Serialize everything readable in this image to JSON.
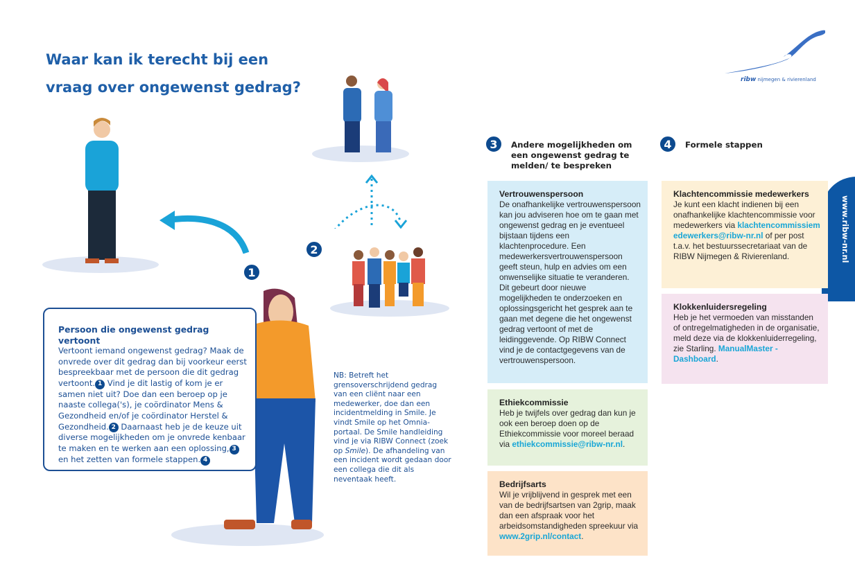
{
  "title": "Waar kan ik terecht bij een vraag over ongewenst gedrag?",
  "logo": {
    "brand": "ribw",
    "subtitle": "nijmegen & rivierenland"
  },
  "side_tab": "www.ribw-nr.nl",
  "badges": [
    "1",
    "2",
    "3",
    "4"
  ],
  "person_box": {
    "heading": "Persoon die ongewenst gedrag vertoont",
    "t1": "Vertoont iemand ongewenst gedrag? Maak de onvrede over dit gedrag dan bij voorkeur eerst bespreekbaar met de persoon die dit gedrag vertoont.",
    "t2": " Vind je dit lastig of kom je er samen niet uit? Doe dan een beroep op je naaste collega('s), je coördinator Mens & Gezondheid en/of je coördinator Herstel & Gezondheid.",
    "t3": " Daarnaast heb je de keuze uit diverse mogelijkheden om je onvrede kenbaar te maken en te werken aan een oplossing,",
    "t4": " en het zetten van formele stappen."
  },
  "nb": {
    "t1": "NB: Betreft het grensoverschrijdend gedrag van een cliënt naar een medewerker, doe dan een incidentmelding in Smile. Je vindt Smile op het Omnia-portaal. De Smile handleiding vind je via RIBW Connect (zoek op ",
    "em": "Smile",
    "t2": "). De afhandeling van een incident wordt gedaan door een collega die dit als neventaak heeft."
  },
  "section3": {
    "heading": "Andere mogelijkheden om een ongewenst gedrag te melden/ te bespreken"
  },
  "section4": {
    "heading": "Formele stappen"
  },
  "cards": {
    "vertrouwen": {
      "title": "Vertrouwenspersoon",
      "text": "De onafhankelijke vertrouwenspersoon kan jou adviseren hoe om te gaan met ongewenst gedrag en je eventueel bijstaan tijdens een klachtenprocedure. Een medewerkersvertrouwenspersoon geeft steun, hulp en advies om een onwenselijke situatie te veranderen. Dit gebeurt door nieuwe mogelijkheden te onderzoeken en oplossingsgericht het gesprek aan te gaan met degene die het ongewenst gedrag vertoont of met de leidinggevende. Op RIBW Connect vind je de contactgegevens van de vertrouwenspersoon."
    },
    "ethiek": {
      "title": "Ethiekcommissie",
      "text": "Heb je twijfels over gedrag dan kun je ook een beroep doen op de Ethiekcommissie voor moreel beraad via ",
      "link": "ethiekcommissie@ribw-nr.nl",
      "end": "."
    },
    "bedrijfsarts": {
      "title": "Bedrijfsarts",
      "text": "Wil je vrijblijvend in gesprek met een van de bedrijfsartsen van 2grip, maak dan een afspraak voor het arbeidsomstandigheden spreekuur via ",
      "link": "www.2grip.nl/contact",
      "end": "."
    },
    "klachten": {
      "title": "Klachtencommissie medewerkers",
      "text": "Je kunt een klacht indienen bij een onafhankelijke klachtencommissie voor medewerkers via ",
      "link": "klachtencommissiemedewerkers@ribw-nr.nl",
      "end": " of per post t.a.v. het bestuurssecretariaat van de RIBW Nijmegen & Rivierenland."
    },
    "klokken": {
      "title": "Klokkenluidersregeling",
      "text": "Heb je het vermoeden van misstanden of ontregelmatigheden in de organisatie, meld deze via de klokkenluiderregeling, zie Starling. ",
      "link": "ManualMaster - Dashboard",
      "end": "."
    }
  }
}
